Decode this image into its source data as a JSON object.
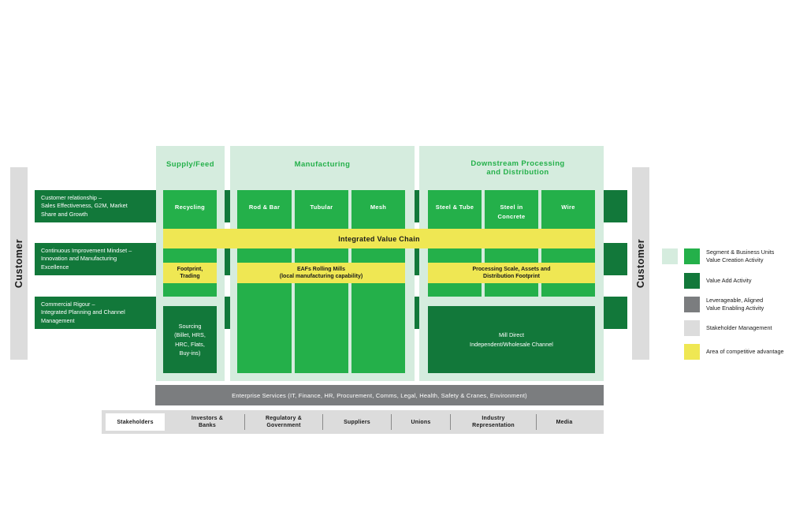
{
  "customer": {
    "left_label": "Customer",
    "right_label": "Customer"
  },
  "capabilities": [
    {
      "text": "Customer relationship –\nSales Effectiveness, G2M, Market\nShare and Growth"
    },
    {
      "text": "Continuous Improvement Mindset –\nInnovation and Manufacturing\nExcellence"
    },
    {
      "text": "Commercial Rigour –\nIntegrated Planning and Channel\nManagement"
    }
  ],
  "columns": {
    "supply": "Supply/Feed",
    "manufacturing": "Manufacturing",
    "downstream": "Downstream Processing\nand Distribution"
  },
  "units": {
    "recycling": "Recycling",
    "rod_bar": "Rod & Bar",
    "tubular": "Tubular",
    "mesh": "Mesh",
    "steel_tube": "Steel & Tube",
    "steel_concrete": "Steel in\nConcrete",
    "wire": "Wire"
  },
  "integrated_value_chain": "Integrated Value Chain",
  "advantages": {
    "footprint": "Footprint,\nTrading",
    "eafs": "EAFs Rolling Mills\n(local manufacturing capability)",
    "processing": "Processing Scale, Assets and\nDistribution Footprint"
  },
  "sourcing": "Sourcing\n(Billet, HRS,\nHRC, Flats,\nBuy-ins)",
  "mill_direct": "Mill Direct\nIndependent/Wholesale Channel",
  "enterprise_services": "Enterprise Services (IT, Finance, HR, Procurement, Comms, Legal, Health, Safety & Cranes, Environment)",
  "stakeholders": {
    "title": "Stakeholders",
    "items": [
      "Investors &\nBanks",
      "Regulatory &\nGovernment",
      "Suppliers",
      "Unions",
      "Industry\nRepresentation",
      "Media"
    ]
  },
  "legend": [
    {
      "label": "Segment & Business Units\nValue Creation Activity"
    },
    {
      "label": "Value Add Activity"
    },
    {
      "label": "Leverageable, Aligned\nValue Enabling Activity"
    },
    {
      "label": "Stakeholder Management"
    },
    {
      "label": "Area of competitive advantage"
    }
  ],
  "colors": {
    "light_green": "#d5ecde",
    "mid_green": "#24b04a",
    "dark_green": "#12783a",
    "yellow": "#efe753",
    "gray": "#7b7d7f",
    "light_gray": "#dcdcdc"
  }
}
